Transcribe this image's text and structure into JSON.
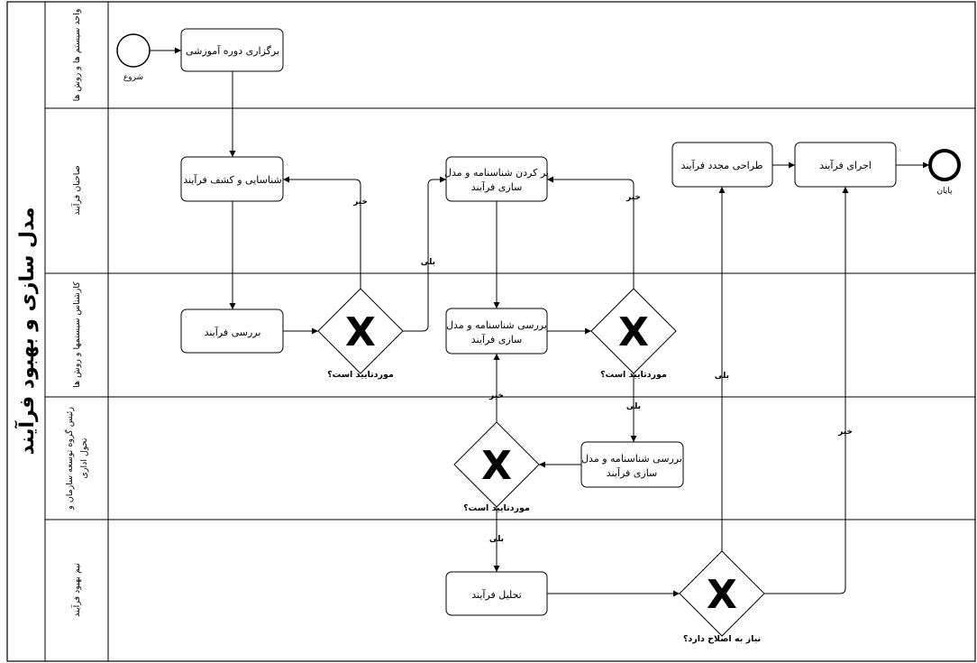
{
  "pool": {
    "title": "مدل سازی و بهبود فرآیند"
  },
  "lanes": [
    {
      "id": "lane1",
      "label": "واحد سیستم ها و روش ها"
    },
    {
      "id": "lane2",
      "label": "صاحبان فرآیند"
    },
    {
      "id": "lane3",
      "label": "کارشناس سیستمها و روش ها"
    },
    {
      "id": "lane4",
      "label_line1": "رئیس گروه توسعه سازمان و",
      "label_line2": "تحول اداری"
    },
    {
      "id": "lane5",
      "label": "تیم بهبود فرآیند"
    }
  ],
  "events": {
    "start": "شروع",
    "end": "پایان"
  },
  "tasks": {
    "t1": {
      "lines": [
        "برگزاری دوره آموزشی"
      ]
    },
    "t2": {
      "lines": [
        "شناسایی و کشف فرآیند"
      ]
    },
    "t3": {
      "lines": [
        "بررسی فرآیند"
      ]
    },
    "t4": {
      "lines": [
        "پر کردن شناسنامه و مدل",
        "سازی فرآیند"
      ]
    },
    "t5": {
      "lines": [
        "بررسی شناسنامه و مدل",
        "سازی فرآیند"
      ]
    },
    "t6": {
      "lines": [
        "بررسی شناسنامه و مدل",
        "سازی فرآیند"
      ]
    },
    "t7": {
      "lines": [
        "تحلیل فرآیند"
      ]
    },
    "t8": {
      "lines": [
        "طراحی مجدد فرآیند"
      ]
    },
    "t9": {
      "lines": [
        "اجرای فرآیند"
      ]
    }
  },
  "gateways": {
    "g1": {
      "symbol": "X",
      "question": "موردتایید است؟"
    },
    "g2": {
      "symbol": "X",
      "question": "موردتایید است؟"
    },
    "g3": {
      "symbol": "X",
      "question": "موردتایید است؟"
    },
    "g4": {
      "symbol": "X",
      "question": "نیاز به اصلاح دارد؟"
    }
  },
  "edge_labels": {
    "no": "خیر",
    "yes": "بلی"
  }
}
